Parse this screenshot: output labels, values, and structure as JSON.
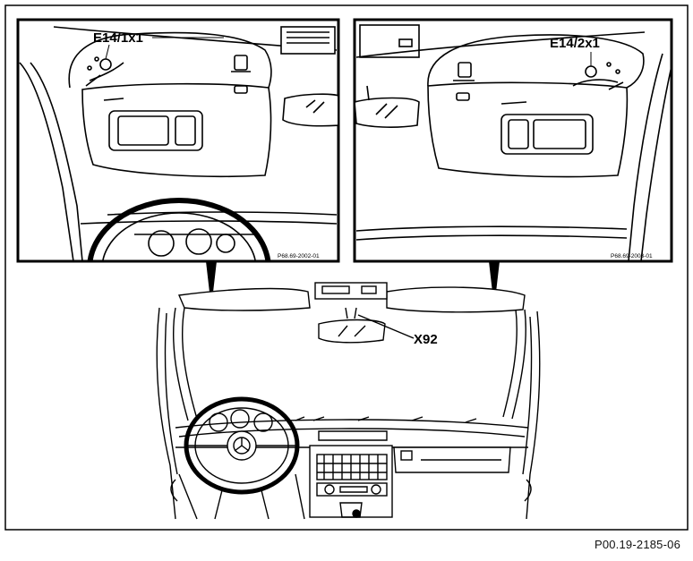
{
  "callouts": {
    "left_inset": "E14/1x1",
    "right_inset": "E14/2x1",
    "main": "X92"
  },
  "inset_codes": {
    "left": "P68.69-2002-01",
    "right": "P68.69-2003-01"
  },
  "figure_code": "P00.19-2185-06",
  "colors": {
    "line": "#000000",
    "fill": "#ffffff",
    "shade": "#9a9a9a"
  }
}
